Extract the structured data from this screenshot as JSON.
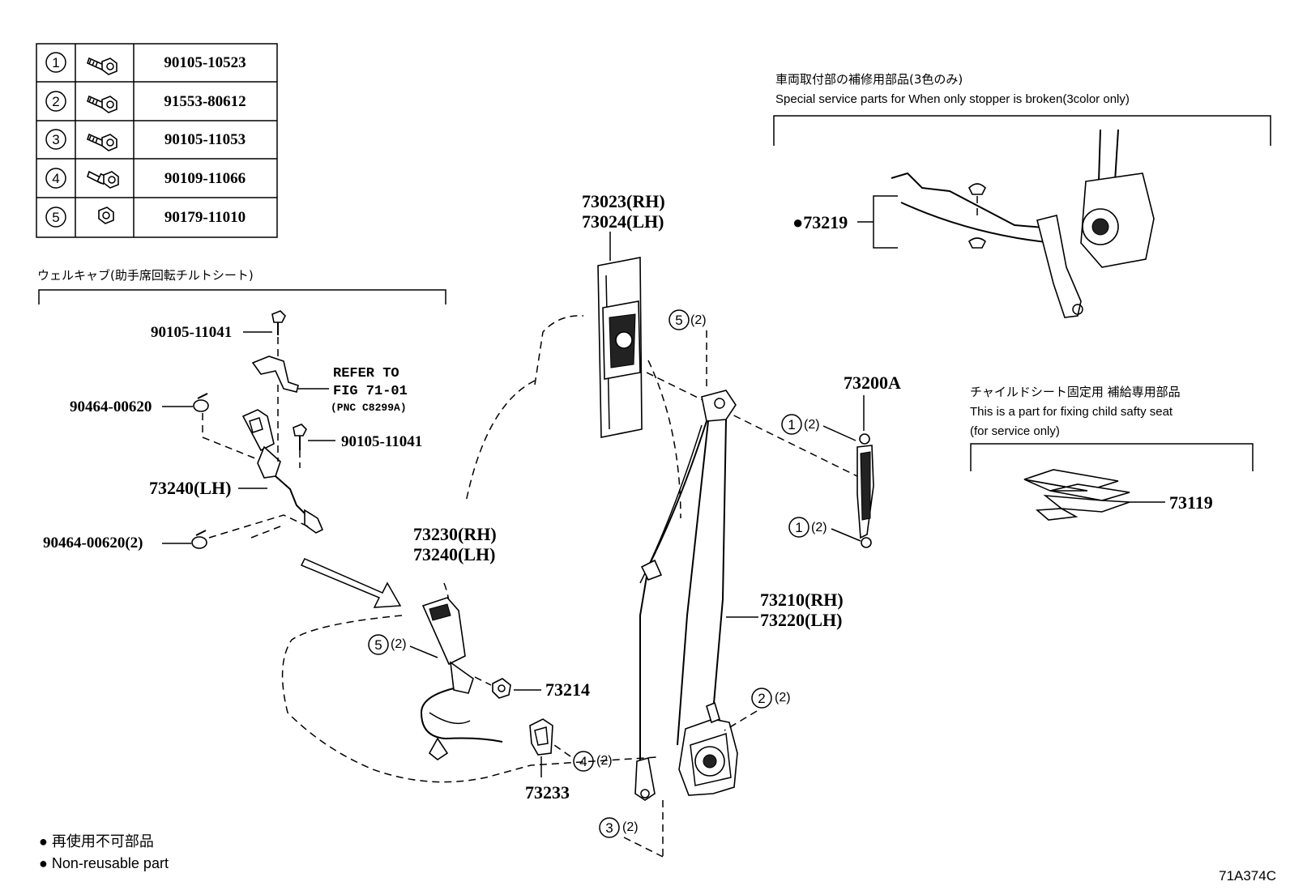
{
  "fastener_table": [
    {
      "num": "1",
      "icon": "bolt-icon",
      "part": "90105-10523"
    },
    {
      "num": "2",
      "icon": "bolt-icon",
      "part": "91553-80612"
    },
    {
      "num": "3",
      "icon": "bolt-icon",
      "part": "90105-11053"
    },
    {
      "num": "4",
      "icon": "shoulder-bolt-icon",
      "part": "90109-11066"
    },
    {
      "num": "5",
      "icon": "nut-icon",
      "part": "90179-11010"
    }
  ],
  "welcab": {
    "title": "ウェルキャブ(助手席回転チルトシート)",
    "part_bolt_top": "90105-11041",
    "part_bolt_mid": "90105-11041",
    "refer_line1": "REFER TO",
    "refer_line2": "FIG 71-01",
    "refer_line3": "(PNC C8299A)",
    "clamp_top": "90464-00620",
    "clamp_bottom": "90464-00620(2)",
    "buckle_lh": "73240(LH)"
  },
  "main": {
    "pillar_rh": "73023(RH)",
    "pillar_lh": "73024(LH)",
    "buckle_rh": "73230(RH)",
    "buckle_lh": "73240(LH)",
    "anchor": "73214",
    "cover": "73233",
    "belt_rh": "73210(RH)",
    "belt_lh": "73220(LH)",
    "adjuster": "73200A",
    "callouts": [
      {
        "num": "5",
        "qty": "(2)"
      },
      {
        "num": "1",
        "qty": "(2)"
      },
      {
        "num": "1",
        "qty": "(2)"
      },
      {
        "num": "5",
        "qty": "(2)"
      },
      {
        "num": "2",
        "qty": "(2)"
      },
      {
        "num": "4",
        "qty": "(2)"
      },
      {
        "num": "3",
        "qty": "(2)"
      }
    ]
  },
  "special_service": {
    "title_jp": "車両取付部の補修用部品(3色のみ)",
    "title_en": "Special service parts for When only stopper is broken(3color only)",
    "part": "●73219"
  },
  "child_seat": {
    "title_jp": "チャイルドシート固定用 補給専用部品",
    "title_en1": "This is a part for fixing child safty seat",
    "title_en2": "(for service only)",
    "part": "73119"
  },
  "legend": {
    "jp": "● 再使用不可部品",
    "en": "● Non-reusable part"
  },
  "figure_code": "71A374C"
}
